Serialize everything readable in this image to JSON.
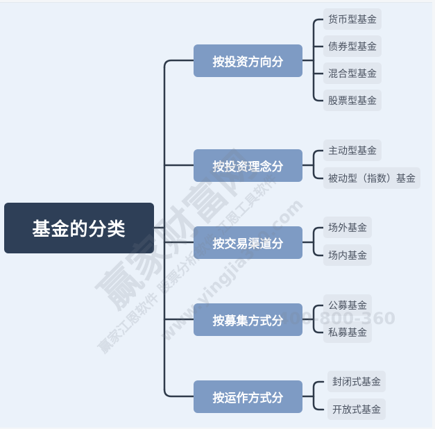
{
  "root": {
    "label": "基金的分类"
  },
  "branches": [
    {
      "label": "按投资方向分",
      "children": [
        "货币型基金",
        "债券型基金",
        "混合型基金",
        "股票型基金"
      ]
    },
    {
      "label": "按投资理念分",
      "children": [
        "主动型基金",
        "被动型（指数）基金"
      ]
    },
    {
      "label": "按交易渠道分",
      "children": [
        "场外基金",
        "场内基金"
      ]
    },
    {
      "label": "按募集方式分",
      "children": [
        "公募基金",
        "私募基金"
      ]
    },
    {
      "label": "按运作方式分",
      "children": [
        "封闭式基金",
        "开放式基金"
      ]
    }
  ],
  "watermark": {
    "brand": "赢家财富网",
    "software": "赢家江恩软件 股票分析软件 江恩工具软件",
    "url": "www.yingjia360.com",
    "phone": "400-800-360"
  },
  "colors": {
    "background": "#ebf2fa",
    "root": "#2e3f57",
    "branch": "#7e9bc4",
    "leaf": "#e1e7ef",
    "line": "#2e3a4a"
  }
}
